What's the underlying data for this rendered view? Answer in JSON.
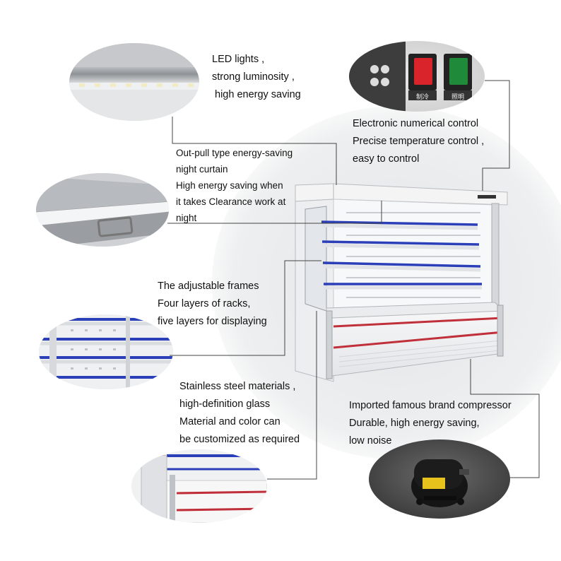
{
  "callouts": {
    "led": {
      "lines": [
        "LED lights ,",
        "strong luminosity ,",
        "high energy saving"
      ]
    },
    "control": {
      "lines": [
        "Electronic numerical control",
        "Precise temperature control ,",
        "easy to control"
      ],
      "switch_labels": [
        "制冷",
        "照明"
      ]
    },
    "curtain": {
      "lines": [
        "Out-pull type energy-saving",
        "night curtain",
        "High energy saving when",
        "it takes Clearance work at",
        "night"
      ]
    },
    "frames": {
      "lines": [
        "The adjustable frames",
        "Four layers of racks,",
        "five layers for displaying"
      ]
    },
    "steel": {
      "lines": [
        "Stainless steel materials ,",
        "high-definition glass",
        "Material and color can",
        "be customized as required"
      ]
    },
    "compressor": {
      "lines": [
        "Imported famous brand compressor",
        "Durable, high energy saving,",
        "low noise"
      ]
    }
  },
  "colors": {
    "shelf_blue": "#2a3fb8",
    "stripe_red": "#c0303a",
    "cabinet_white": "#f2f3f5",
    "switch_red": "#d8242a",
    "switch_green": "#1f8a3a",
    "leader_line": "#444444"
  }
}
